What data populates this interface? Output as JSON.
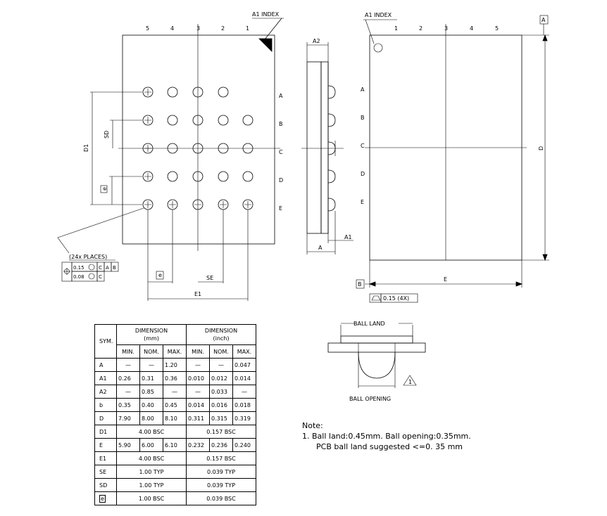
{
  "top_view": {
    "index_label": "A1 INDEX",
    "column_labels": [
      "5",
      "4",
      "3",
      "2",
      "1"
    ],
    "row_labels": [
      "A",
      "B",
      "C",
      "D",
      "E"
    ],
    "dims": {
      "sd": "SD",
      "d1": "D1",
      "e_box": "e",
      "e_bottom": "e",
      "se": "SE",
      "e1": "E1"
    },
    "places": "(24x PLACES)",
    "tol_row1": [
      "0.15",
      "C",
      "A",
      "B"
    ],
    "tol_row2": [
      "0.08",
      "C"
    ]
  },
  "side_view": {
    "a2": "A2",
    "a": "A",
    "a1": "A1",
    "row_labels": [
      "A",
      "B",
      "C",
      "D",
      "E"
    ]
  },
  "bottom_view": {
    "index_label": "A1 INDEX",
    "column_labels": [
      "1",
      "2",
      "3",
      "4",
      "5"
    ],
    "datum_a": "A",
    "datum_b": "B",
    "d": "D",
    "e": "E",
    "flat": "0.15 (4X)"
  },
  "detail": {
    "ball_land": "BALL LAND",
    "ball_opening": "BALL OPENING",
    "mark": "1"
  },
  "table": {
    "sym_header": "SYM.",
    "mm_header": [
      "DIMENSION",
      "(mm)"
    ],
    "inch_header": [
      "DIMENSION",
      "(inch)"
    ],
    "sub_headers": [
      "MIN.",
      "NOM.",
      "MAX.",
      "MIN.",
      "NOM.",
      "MAX."
    ],
    "rows": [
      {
        "sym": "A",
        "cells": [
          "—",
          "—",
          "1.20",
          "—",
          "—",
          "0.047"
        ]
      },
      {
        "sym": "A1",
        "cells": [
          "0.26",
          "0.31",
          "0.36",
          "0.010",
          "0.012",
          "0.014"
        ]
      },
      {
        "sym": "A2",
        "cells": [
          "—",
          "0.85",
          "—",
          "—",
          "0.033",
          "—"
        ]
      },
      {
        "sym": "b",
        "cells": [
          "0.35",
          "0.40",
          "0.45",
          "0.014",
          "0.016",
          "0.018"
        ]
      },
      {
        "sym": "D",
        "cells": [
          "7.90",
          "8.00",
          "8.10",
          "0.311",
          "0.315",
          "0.319"
        ]
      },
      {
        "sym": "D1",
        "mm": "4.00 BSC",
        "inch": "0.157 BSC"
      },
      {
        "sym": "E",
        "cells": [
          "5.90",
          "6.00",
          "6.10",
          "0.232",
          "0.236",
          "0.240"
        ]
      },
      {
        "sym": "E1",
        "mm": "4.00 BSC",
        "inch": "0.157 BSC"
      },
      {
        "sym": "SE",
        "mm": "1.00 TYP",
        "inch": "0.039 TYP"
      },
      {
        "sym": "SD",
        "mm": "1.00 TYP",
        "inch": "0.039 TYP"
      },
      {
        "sym": "e",
        "mm": "1.00 BSC",
        "inch": "0.039 BSC"
      }
    ]
  },
  "note": {
    "title": "Note:",
    "line1": "1. Ball land:0.45mm.  Ball opening:0.35mm.",
    "line2": "PCB ball land suggested <=0. 35 mm"
  }
}
